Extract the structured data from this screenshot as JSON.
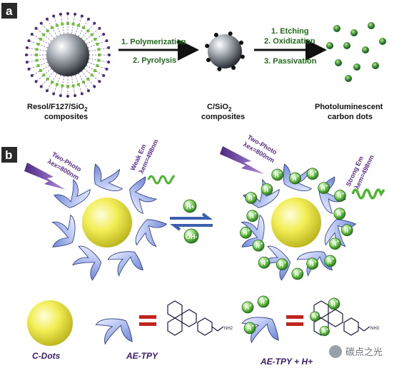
{
  "panel_a": {
    "badge": "a",
    "start_label_line1": "Resol/F127/SiO",
    "start_label_sub1": "2",
    "start_label_line2": "composites",
    "step1_line1": "1. Polymerization",
    "step1_line2": "2. Pyrolysis",
    "mid_label_line1": "C/SiO",
    "mid_label_sub1": "2",
    "mid_label_line2": "composites",
    "step2_line1": "1. Etching",
    "step2_line2": "2. Oxidization",
    "step2_line3": "3. Passivation",
    "end_label_line1": "Photoluminescent",
    "end_label_line2": "carbon dots"
  },
  "panel_b": {
    "badge": "b",
    "left_excitation_line1": "Two-Photo",
    "left_excitation_line2": "λex=800nm",
    "left_emission_line1": "Weak Em",
    "left_emission_line2": "λem=498nm",
    "right_excitation_line1": "Two-Photo",
    "right_excitation_line2": "λex=800nm",
    "right_emission_line1": "Strong Em",
    "right_emission_line2": "λem=498nm",
    "proton_label": "H+",
    "hydroxide_label": "OH-",
    "h_marker": "H+"
  },
  "legend": {
    "cdots": "C-Dots",
    "aetpy": "AE-TPY",
    "aetpy_h": "AE-TPY + H+",
    "nh2": "NH2",
    "nh3": "NH3"
  },
  "watermark": "碳点之光",
  "colors": {
    "sphere_silver": "#8a8f96",
    "sphere_yellow": "#e8e23a",
    "petal_blue": "#8fa6e6",
    "green_text": "#1f6b1a",
    "purple": "#6a3aa0",
    "red_equals": "#c0241c"
  }
}
